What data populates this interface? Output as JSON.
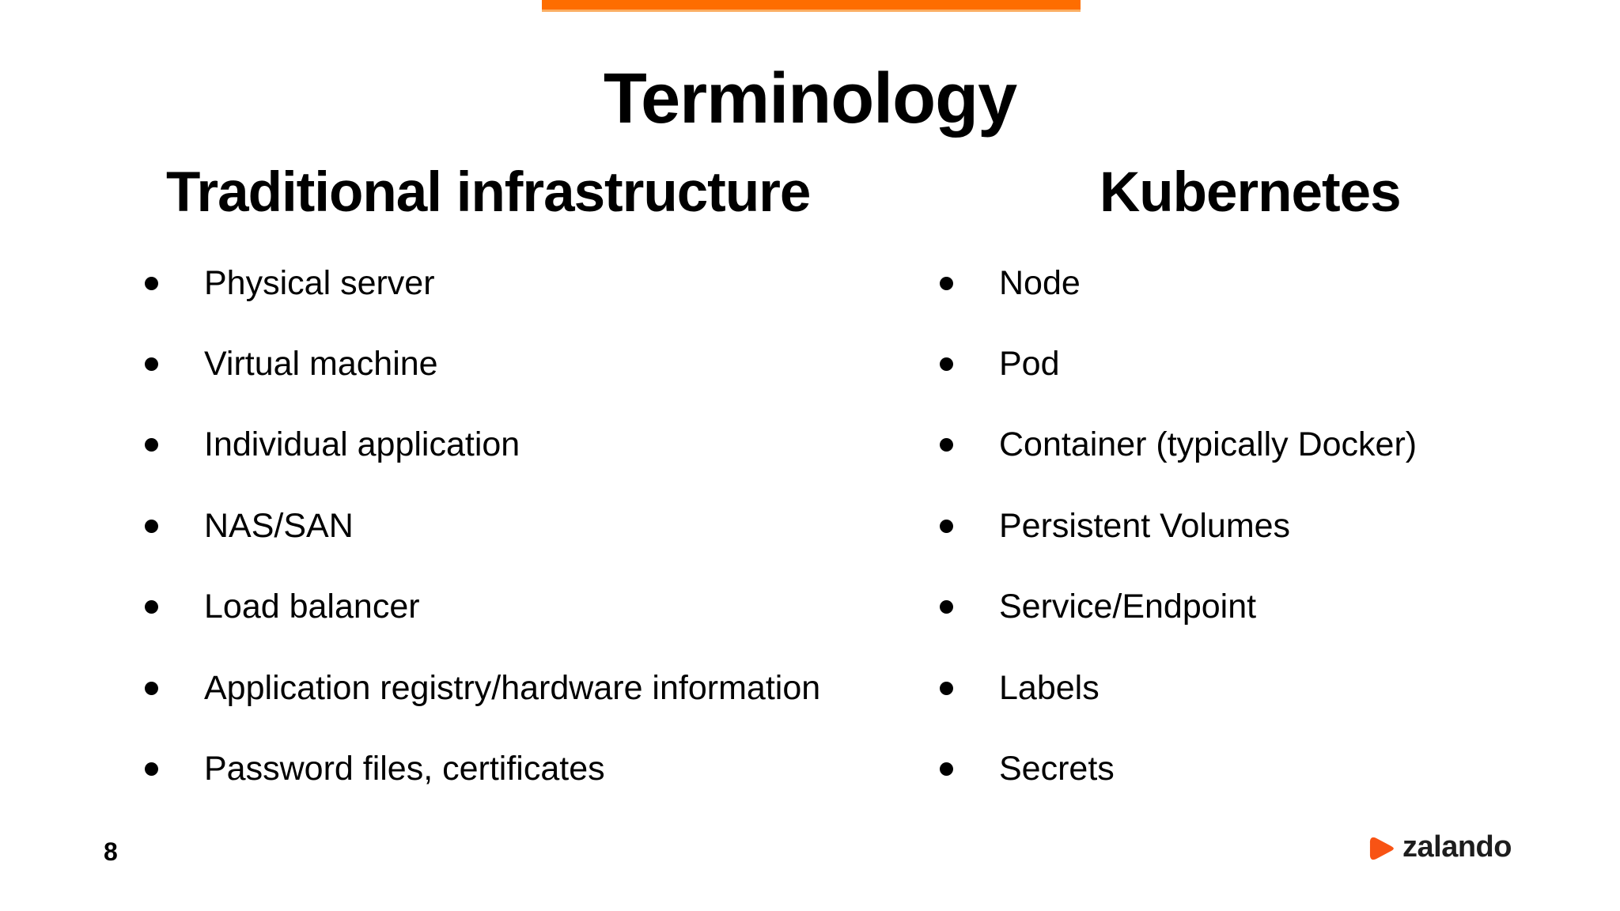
{
  "slide": {
    "title": "Terminology",
    "page_number": "8",
    "accent_bar_color": "#fe6d00",
    "columns": [
      {
        "header": "Traditional infrastructure",
        "items": [
          "Physical server",
          "Virtual machine",
          "Individual application",
          "NAS/SAN",
          "Load balancer",
          "Application registry/hardware information",
          "Password files, certificates"
        ]
      },
      {
        "header": "Kubernetes",
        "items": [
          "Node",
          "Pod",
          "Container (typically Docker)",
          "Persistent Volumes",
          "Service/Endpoint",
          "Labels",
          "Secrets"
        ]
      }
    ],
    "logo": {
      "brand": "zalando",
      "mark_color": "#f85314",
      "text_color": "#1d1d1d"
    }
  }
}
